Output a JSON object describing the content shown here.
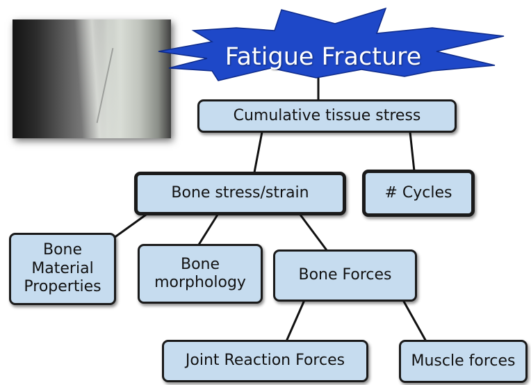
{
  "title": "Fatigue Fracture",
  "nodes": {
    "cumulative_stress": "Cumulative tissue stress",
    "bone_stress_strain": "Bone stress/strain",
    "cycles": "# Cycles",
    "bone_material": "Bone\nMaterial\nProperties",
    "bone_morphology": "Bone\nmorphology",
    "bone_forces": "Bone Forces",
    "joint_reaction": "Joint Reaction Forces",
    "muscle_forces": "Muscle forces"
  },
  "colors": {
    "box_fill": "#c6dcef",
    "star_fill": "#1e48c8",
    "border": "#1a1a1a"
  },
  "image": "bone-xray"
}
